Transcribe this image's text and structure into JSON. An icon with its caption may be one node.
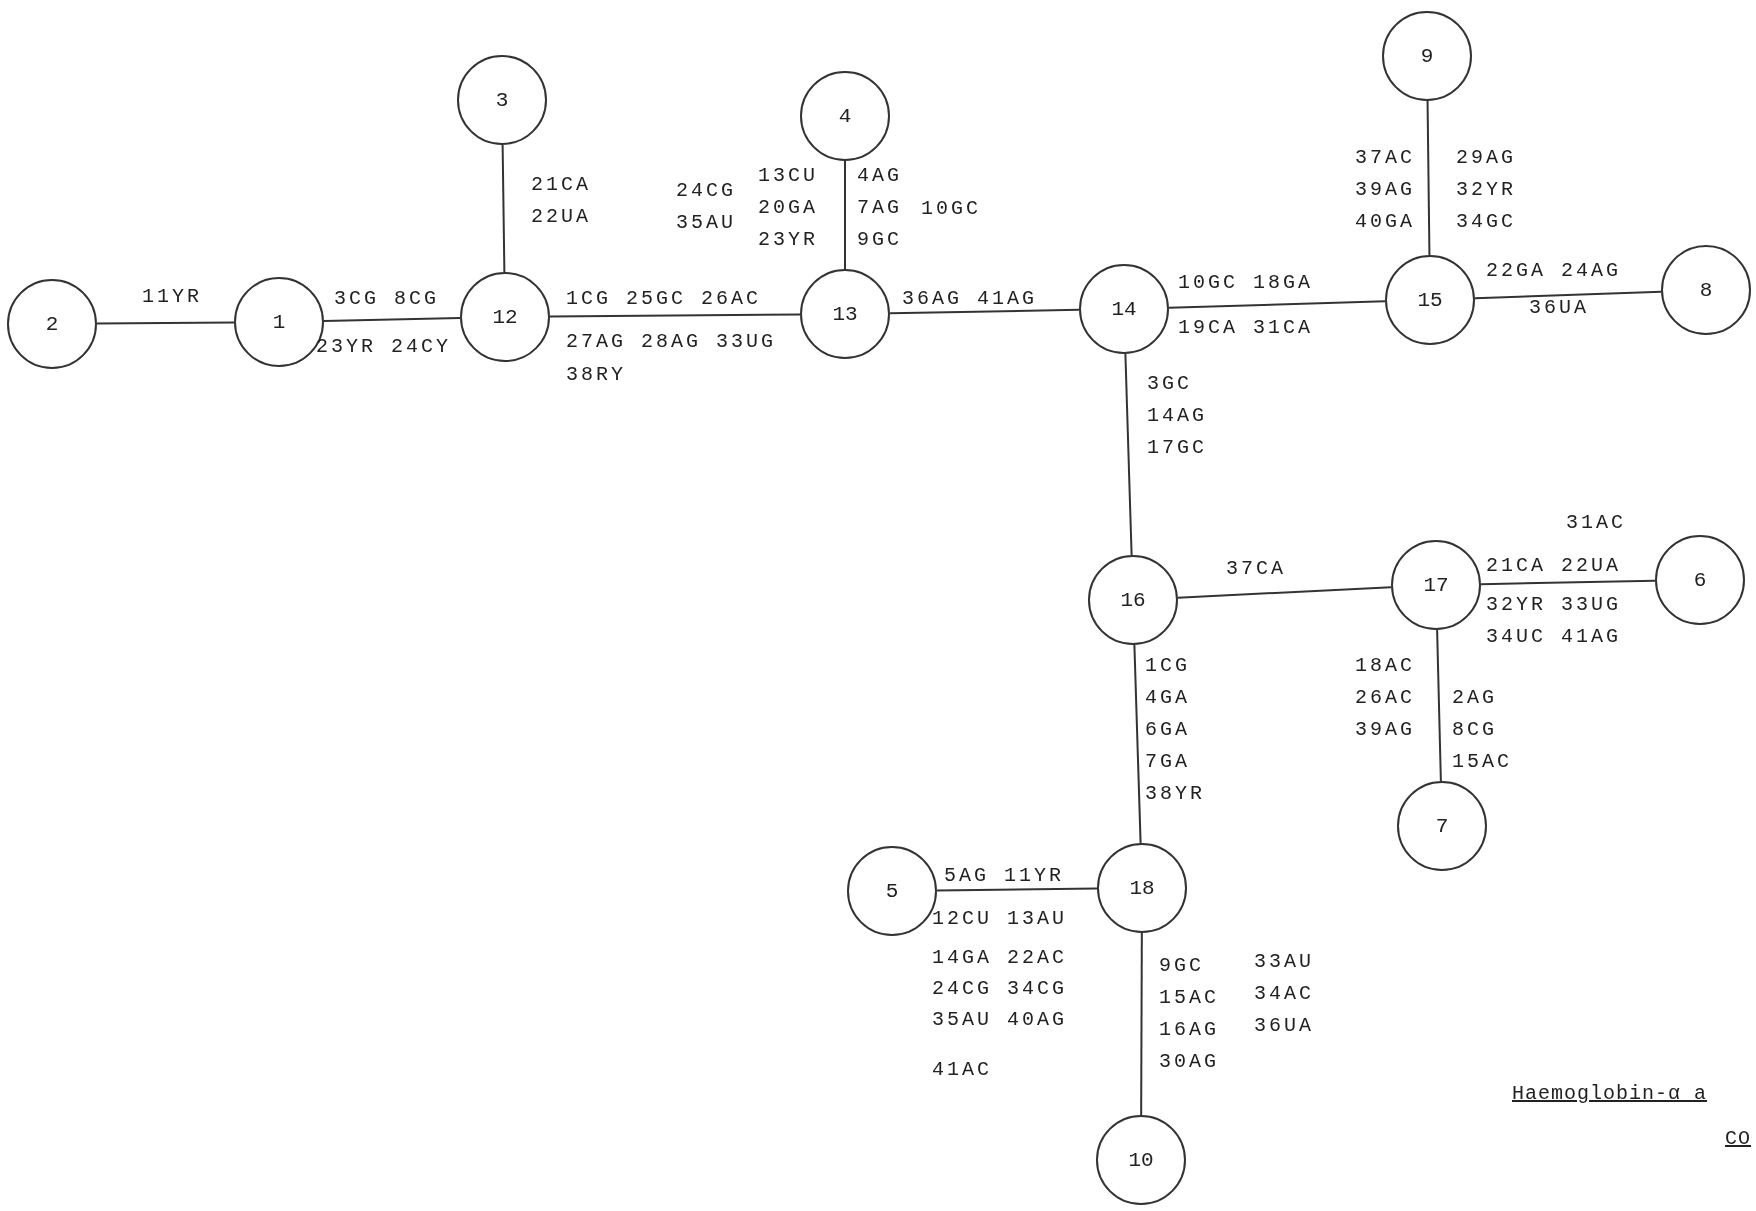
{
  "diagram": {
    "nodes": [
      {
        "text": [
          "1"
        ]
      },
      {
        "text": [
          "2"
        ]
      },
      {
        "text": [
          "3"
        ]
      },
      {
        "text": [
          "4"
        ]
      },
      {
        "text": [
          "5"
        ]
      },
      {
        "text": [
          "6"
        ]
      },
      {
        "text": [
          "7"
        ]
      },
      {
        "text": [
          "8"
        ]
      },
      {
        "text": [
          "9"
        ]
      },
      {
        "text": [
          "10"
        ]
      },
      {
        "text": [
          "12"
        ]
      },
      {
        "text": [
          "13"
        ]
      },
      {
        "text": [
          "14"
        ]
      },
      {
        "text": [
          "15"
        ]
      },
      {
        "text": [
          "16"
        ]
      },
      {
        "text": [
          "17"
        ]
      },
      {
        "text": [
          "18"
        ]
      }
    ],
    "edges": [
      {
        "from": 1,
        "to": 0,
        "arrow": "none"
      },
      {
        "from": 0,
        "to": 10,
        "arrow": "none"
      },
      {
        "from": 10,
        "to": 2,
        "arrow": "none"
      },
      {
        "from": 10,
        "to": 11,
        "arrow": "none"
      },
      {
        "from": 11,
        "to": 3,
        "arrow": "none"
      },
      {
        "from": 11,
        "to": 12,
        "arrow": "none"
      },
      {
        "from": 12,
        "to": 13,
        "arrow": "none"
      },
      {
        "from": 13,
        "to": 8,
        "arrow": "none"
      },
      {
        "from": 13,
        "to": 7,
        "arrow": "none"
      },
      {
        "from": 12,
        "to": 14,
        "arrow": "none"
      },
      {
        "from": 14,
        "to": 15,
        "arrow": "none"
      },
      {
        "from": 15,
        "to": 5,
        "arrow": "none"
      },
      {
        "from": 15,
        "to": 6,
        "arrow": "none"
      },
      {
        "from": 14,
        "to": 16,
        "arrow": "none"
      },
      {
        "from": 16,
        "to": 4,
        "arrow": "none"
      },
      {
        "from": 16,
        "to": 9,
        "arrow": "none"
      }
    ],
    "labels": [
      "37AC 39AG 40GA",
      "29AG 32YR 34GC",
      "24CG 35AU",
      "13CU 20GA 23YR",
      "4AG 7AG 9GC",
      "10GC",
      "21CA 22UA",
      "10GC 18GA",
      "22GA 24AG",
      "11YR",
      "3CG 8CG",
      "1CG 25GC 26AC",
      "36AG 41AG",
      "36UA",
      "23YR 24CY",
      "19CA 31CA",
      "27AG 28AG 33UG",
      "38RY",
      "3GC 14AG 17GC",
      "31AC",
      "37CA",
      "21CA 22UA",
      "32YR 33UG",
      "34UC 41AG",
      "18AC 26AC 39AG",
      "1CG 4GA 6GA 7GA 38YR",
      "2AG 8CG 15AC",
      "5AG 11YR",
      "12CU 13AU",
      "14GA 22AC",
      "24CG 34CG",
      "33AU 34AC 36UA",
      "9GC 15AC 16AG 30AG",
      "35AU 40AG",
      "41AC",
      "Haemoglobin-α a",
      "CO"
    ]
  }
}
